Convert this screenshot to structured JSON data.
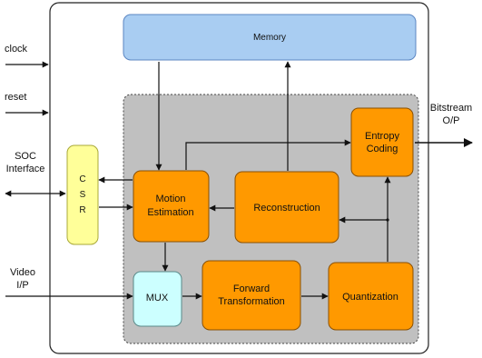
{
  "blocks": {
    "memory": "Memory",
    "entropy": [
      "Entropy",
      "Coding"
    ],
    "motion": [
      "Motion",
      "Estimation"
    ],
    "reconstruction": "Reconstruction",
    "csr": [
      "C",
      "S",
      "R"
    ],
    "mux": "MUX",
    "forward": [
      "Forward",
      "Transformation"
    ],
    "quantization": "Quantization"
  },
  "signals": {
    "clock": "clock",
    "reset": "reset",
    "soc": [
      "SOC",
      "Interface"
    ],
    "video": [
      "Video",
      "I/P"
    ],
    "bitstream": [
      "Bitstream",
      "O/P"
    ]
  },
  "colors": {
    "memory_fill": "#a9cdf2",
    "memory_stroke": "#5b86c2",
    "block_fill": "#ff9900",
    "block_stroke": "#8a5000",
    "csr_fill": "#ffff99",
    "csr_stroke": "#a8a838",
    "mux_fill": "#ccffff",
    "mux_stroke": "#5a8a8a",
    "core_fill": "#c0c0c0",
    "line": "#111111"
  }
}
